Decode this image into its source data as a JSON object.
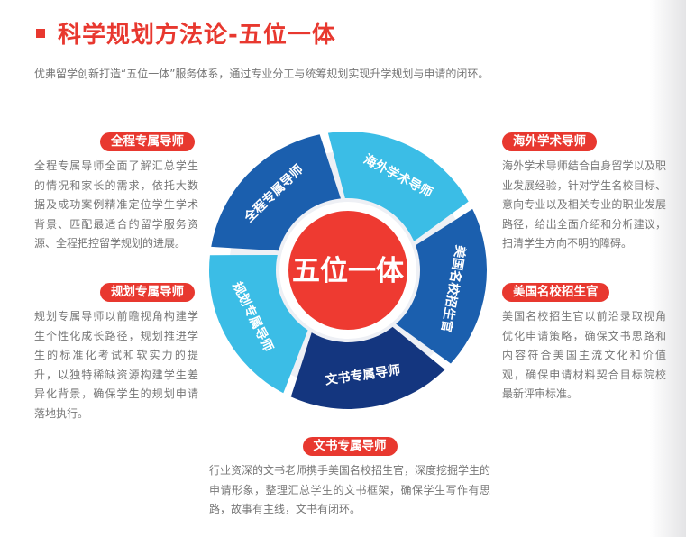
{
  "title": "科学规划方法论-五位一体",
  "intro": "优弗留学创新打造“五位一体”服务体系，通过专业分工与统筹规划实现升学规划与申请的闭环。",
  "center_label": "五位一体",
  "colors": {
    "accent": "#e8382f",
    "dark_blue": "#1b5fae",
    "navy": "#14367f",
    "light_blue": "#3bbde6",
    "ring_bg": "#eef0f5"
  },
  "segments": [
    {
      "label": "海外学术导师",
      "color": "#3bbde6"
    },
    {
      "label": "美国名校招生官",
      "color": "#1b5fae"
    },
    {
      "label": "文书专属导师",
      "color": "#14367f"
    },
    {
      "label": "规划专属导师",
      "color": "#3bbde6"
    },
    {
      "label": "全程专属导师",
      "color": "#1b5fae"
    }
  ],
  "blocks": {
    "quancheng": {
      "title": "全程专属导师",
      "lines": [
        "全程专属导师全面了解汇总学生",
        "的情况和家长的需求，依托大数",
        "据及成功案例精准定位学生学术",
        "背景、匹配最适合的留学服务资",
        "源、全程把控留学规划的进展。"
      ]
    },
    "guihua": {
      "title": "规划专属导师",
      "lines": [
        "规划专属导师以前瞻视角构建学",
        "生个性化成长路径，规划推进学",
        "生的标准化考试和软实力的提",
        "升，以独特稀缺资源构建学生差",
        "异化背景，确保学生的规划申请",
        "落地执行。"
      ]
    },
    "haiwai": {
      "title": "海外学术导师",
      "lines": [
        "海外学术导师结合自身留学以及职",
        "业发展经验，针对学生名校目标、",
        "意向专业以及相关专业的职业发展",
        "路径，给出全面介绍和分析建议，",
        "扫清学生方向不明的障碍。"
      ]
    },
    "meiguo": {
      "title": "美国名校招生官",
      "lines": [
        "美国名校招生官以前沿录取视角",
        "优化申请策略，确保文书思路和",
        "内容符合美国主流文化和价值",
        "观，确保申请材料契合目标院校",
        "最新评审标准。"
      ]
    },
    "wenshu": {
      "title": "文书专属导师",
      "lines": [
        "行业资深的文书老师携手美国名校招生官，深度挖掘学生的",
        "申请形象，整理汇总学生的文书框架，确保学生写作有思",
        "路，故事有主线，文书有闭环。"
      ]
    }
  }
}
